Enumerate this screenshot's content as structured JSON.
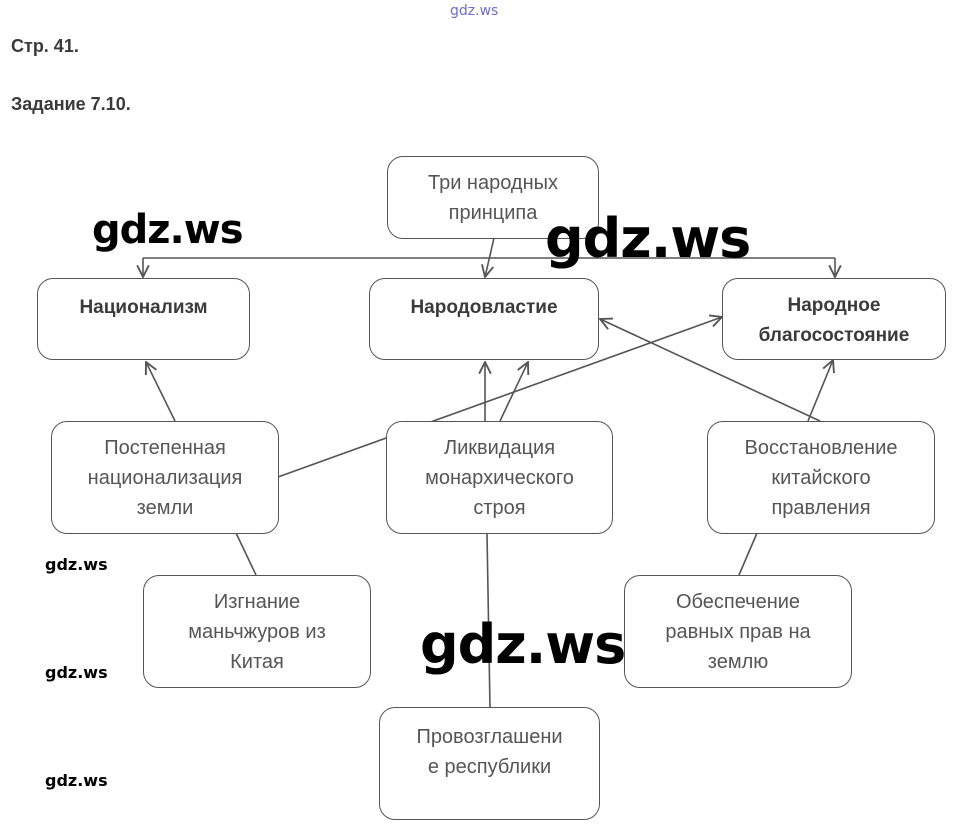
{
  "header": {
    "page": "Стр. 41.",
    "task": "Задание 7.10."
  },
  "watermarks": {
    "top": "gdz.ws",
    "big": [
      "gdz.ws",
      "gdz.ws",
      "gdz.ws"
    ],
    "small": [
      "gdz.ws",
      "gdz.ws",
      "gdz.ws"
    ]
  },
  "diagram": {
    "root": "Три народных\nпринципа",
    "principles": [
      "Национализм",
      "Народовластие",
      "Народное\nблагосостояние"
    ],
    "measures": [
      "Постепенная\nнационализация\nземли",
      "Ликвидация\nмонархического\nстроя",
      "Восстановление\nкитайского\nправления"
    ],
    "details": [
      "Изгнание\nманьчжуров из\nКитая",
      "Провозглашени\nе республики",
      "Обеспечение\nравных прав на\nземлю"
    ]
  }
}
